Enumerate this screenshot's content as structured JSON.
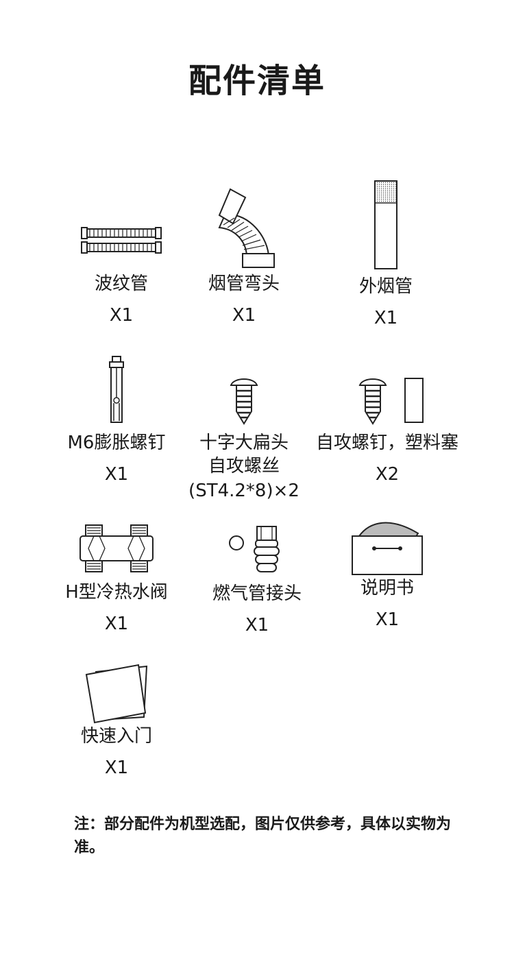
{
  "title": "配件清单",
  "items": [
    {
      "name": "波纹管",
      "qty": "X1",
      "icon": "corrugated-hose-icon"
    },
    {
      "name": "烟管弯头",
      "qty": "X1",
      "icon": "flue-elbow-icon"
    },
    {
      "name": "外烟管",
      "qty": "X1",
      "icon": "outer-flue-pipe-icon"
    },
    {
      "name": "M6膨胀螺钉",
      "qty": "X1",
      "icon": "expansion-bolt-icon"
    },
    {
      "name_line1": "十字大扁头",
      "name_line2": "自攻螺丝",
      "qty": "(ST4.2*8)×2",
      "icon": "tapping-screw-icon"
    },
    {
      "name": "自攻螺钉，塑料塞",
      "qty": "X2",
      "icon": "screw-and-plug-icon"
    },
    {
      "name": "H型冷热水阀",
      "qty": "X1",
      "icon": "h-valve-icon"
    },
    {
      "name": "燃气管接头",
      "qty": "X1",
      "icon": "gas-connector-icon"
    },
    {
      "name": "说明书",
      "qty": "X1",
      "icon": "manual-box-icon"
    },
    {
      "name": "快速入门",
      "qty": "X1",
      "icon": "quick-start-sheets-icon"
    }
  ],
  "note": "注：部分配件为机型选配，图片仅供参考，具体以实物为准。"
}
